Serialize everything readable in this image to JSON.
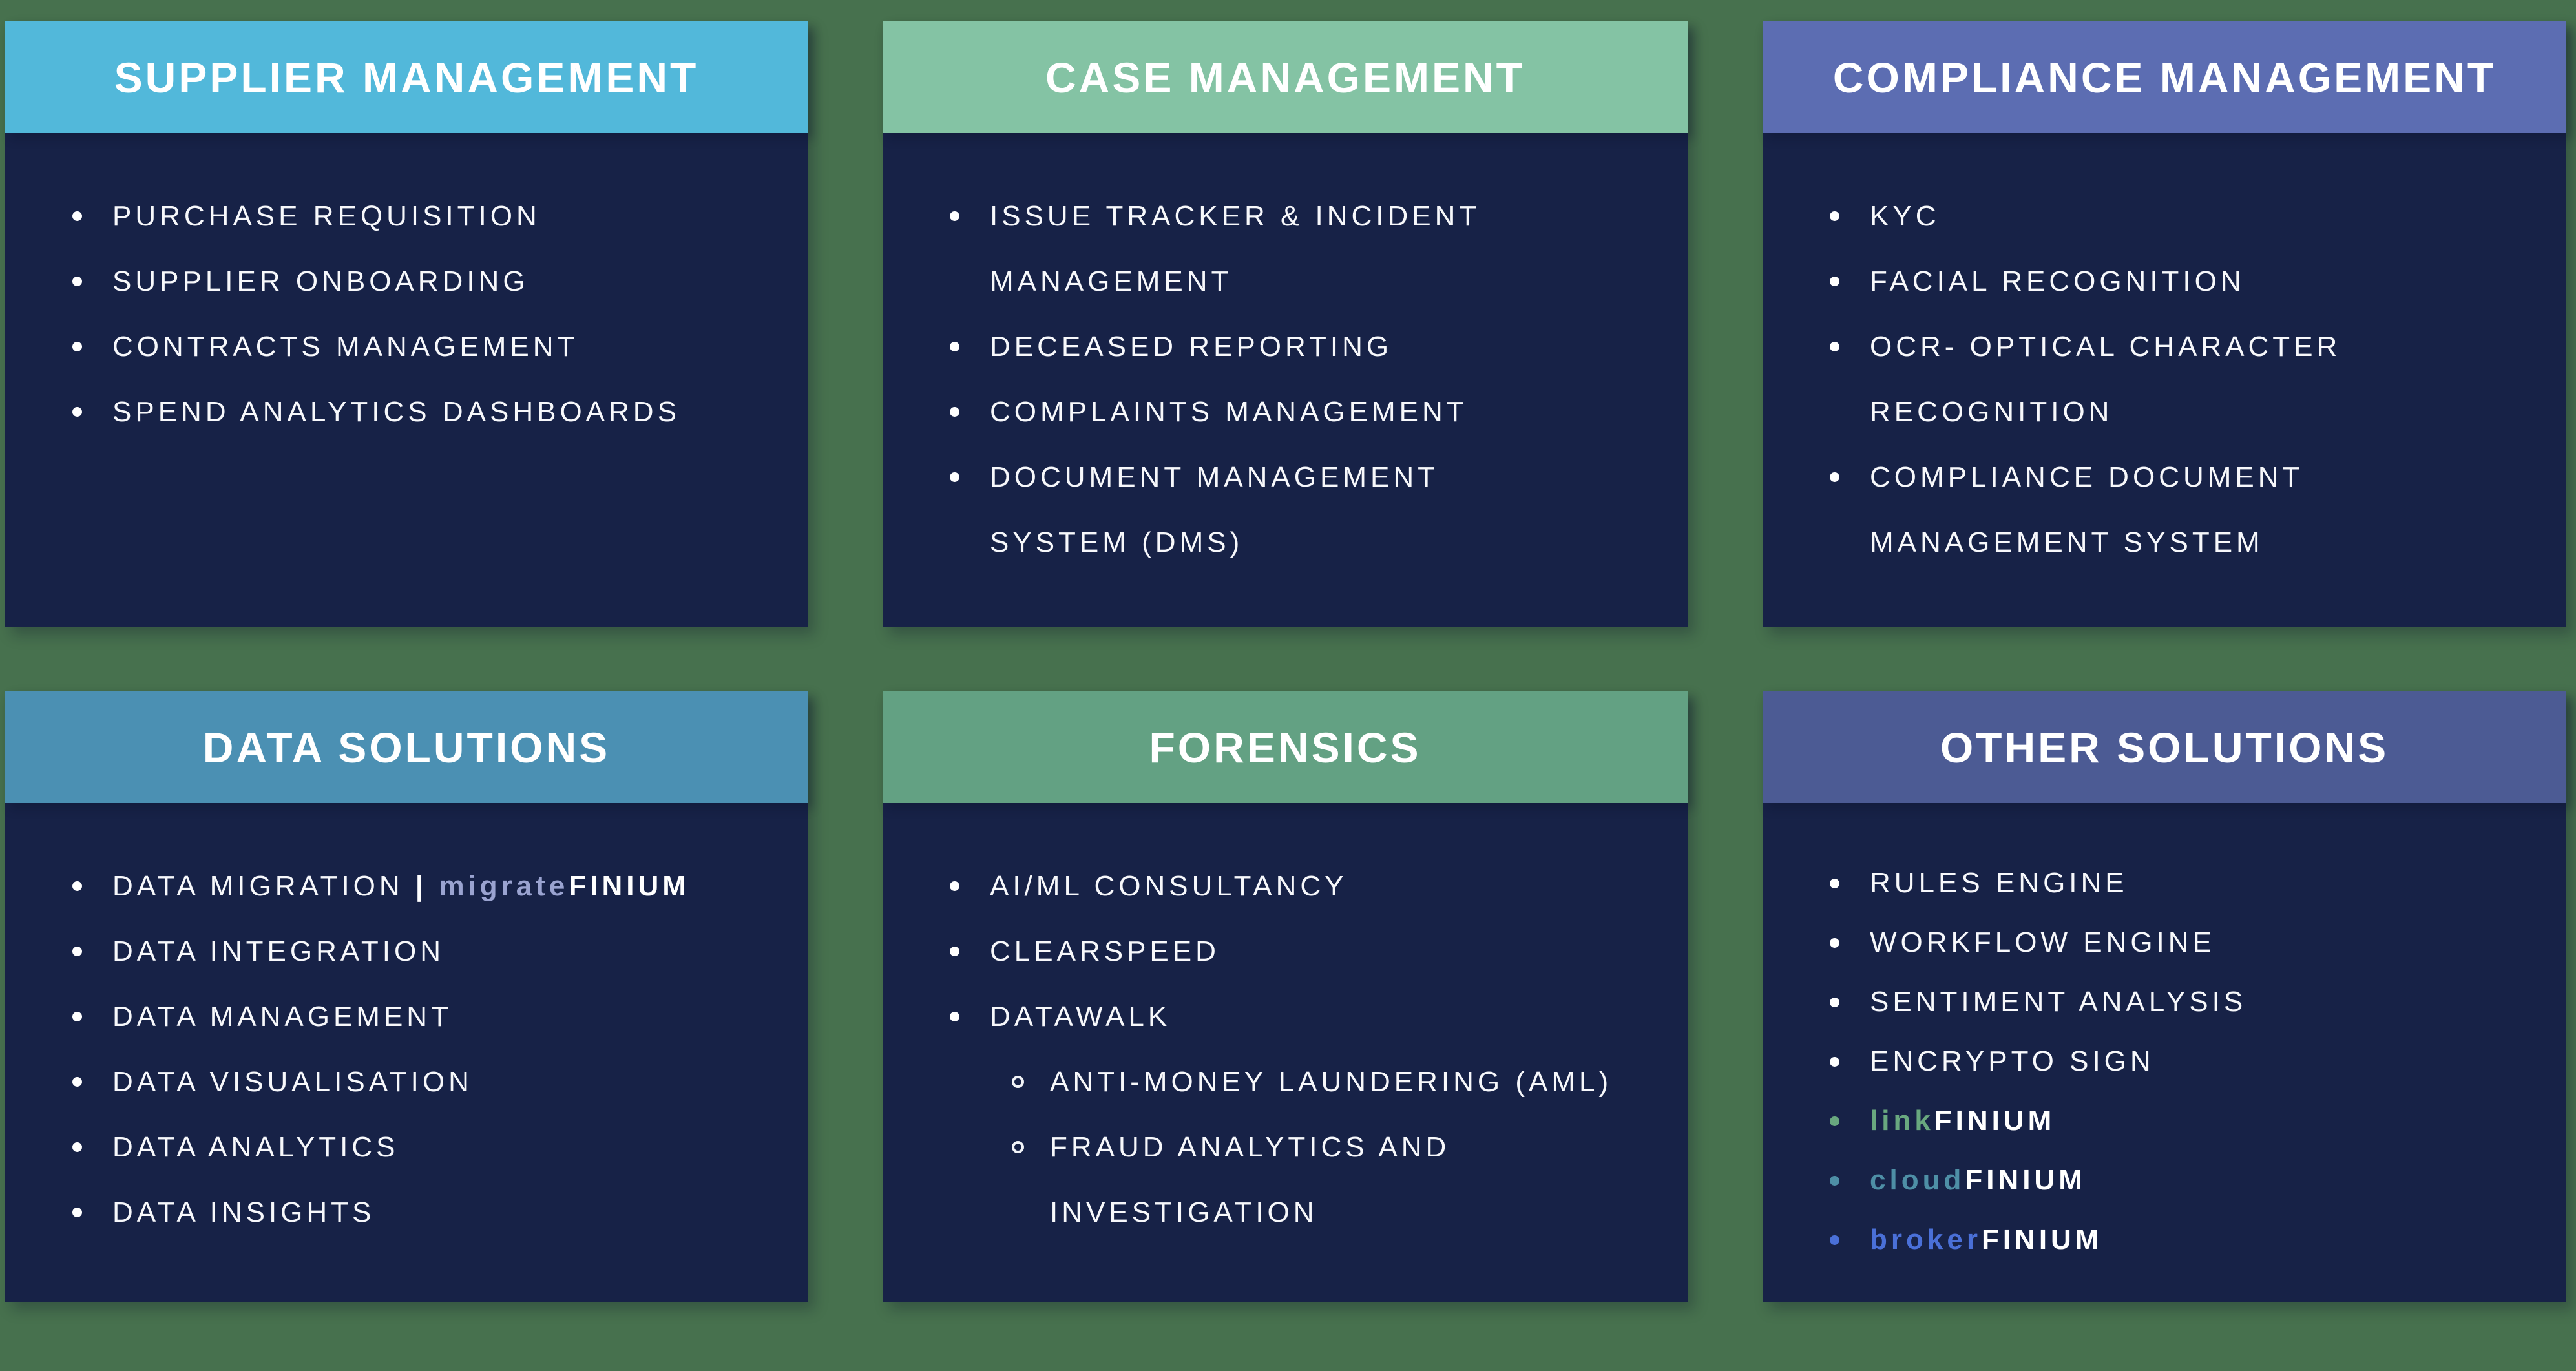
{
  "page": {
    "background_color": "#47714e",
    "card_body_color": "#172247",
    "text_color": "#f7f8fb"
  },
  "brand_colors": {
    "migrate_lavender": "#9aa3d0",
    "link_green": "#69a87f",
    "cloud_teal": "#4e8fa6",
    "broker_blue": "#4a70d8"
  },
  "cards": [
    {
      "title": "SUPPLIER MANAGEMENT",
      "header_color": "#52b8da",
      "items": [
        {
          "text": "PURCHASE REQUISITION"
        },
        {
          "text": "SUPPLIER ONBOARDING"
        },
        {
          "text": "CONTRACTS MANAGEMENT"
        },
        {
          "text": "SPEND ANALYTICS DASHBOARDS"
        }
      ]
    },
    {
      "title": "CASE MANAGEMENT",
      "header_color": "#84c3a4",
      "items": [
        {
          "text": "ISSUE TRACKER & INCIDENT\nMANAGEMENT"
        },
        {
          "text": "DECEASED REPORTING"
        },
        {
          "text": "COMPLAINTS MANAGEMENT"
        },
        {
          "text": "DOCUMENT MANAGEMENT\nSYSTEM (DMS)"
        }
      ]
    },
    {
      "title": "COMPLIANCE MANAGEMENT",
      "header_color": "#5c6db2",
      "items": [
        {
          "text": "KYC"
        },
        {
          "text": "FACIAL RECOGNITION"
        },
        {
          "text": "OCR- OPTICAL CHARACTER\nRECOGNITION"
        },
        {
          "text": "COMPLIANCE DOCUMENT\nMANAGEMENT SYSTEM"
        }
      ]
    },
    {
      "title": "DATA SOLUTIONS",
      "header_color": "#4b90b3",
      "items": [
        {
          "segments": [
            {
              "t": "DATA MIGRATION "
            },
            {
              "t": " | ",
              "bold": true,
              "color": "#ffffff"
            },
            {
              "t": "migrate",
              "bold": true,
              "color": "#9aa3d0"
            },
            {
              "t": "FINIUM",
              "bold": true,
              "color": "#ffffff"
            }
          ]
        },
        {
          "text": "DATA INTEGRATION"
        },
        {
          "text": "DATA MANAGEMENT"
        },
        {
          "text": "DATA VISUALISATION"
        },
        {
          "text": "DATA ANALYTICS"
        },
        {
          "text": "DATA INSIGHTS"
        }
      ]
    },
    {
      "title": "FORENSICS",
      "header_color": "#63a183",
      "items": [
        {
          "text": "AI/ML CONSULTANCY"
        },
        {
          "text": "CLEARSPEED"
        },
        {
          "text": "DATAWALK"
        },
        {
          "text": "ANTI-MONEY LAUNDERING (AML)",
          "level": 2
        },
        {
          "text": "FRAUD ANALYTICS AND\nINVESTIGATION",
          "level": 2
        }
      ]
    },
    {
      "title": "OTHER SOLUTIONS",
      "header_color": "#4c5b94",
      "items": [
        {
          "text": "RULES ENGINE"
        },
        {
          "text": "WORKFLOW ENGINE"
        },
        {
          "text": "SENTIMENT ANALYSIS"
        },
        {
          "text": "ENCRYPTO SIGN"
        },
        {
          "bullet_color": "#69a87f",
          "segments": [
            {
              "t": "link",
              "bold": true,
              "color": "#69a87f"
            },
            {
              "t": "FINIUM",
              "bold": true,
              "color": "#ffffff"
            }
          ]
        },
        {
          "bullet_color": "#4e8fa6",
          "segments": [
            {
              "t": "cloud",
              "bold": true,
              "color": "#4e8fa6"
            },
            {
              "t": "FINIUM",
              "bold": true,
              "color": "#ffffff"
            }
          ]
        },
        {
          "bullet_color": "#4a70d8",
          "segments": [
            {
              "t": "broker",
              "bold": true,
              "color": "#4a70d8"
            },
            {
              "t": "FINIUM",
              "bold": true,
              "color": "#ffffff"
            }
          ]
        }
      ]
    }
  ]
}
